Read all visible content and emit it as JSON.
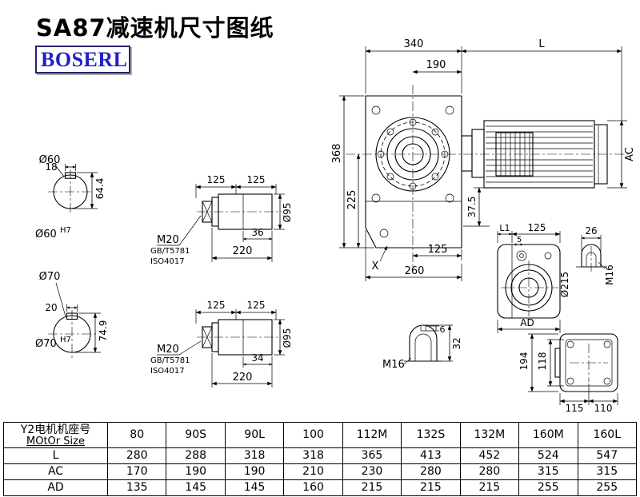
{
  "header": {
    "title": "SA87减速机尺寸图纸",
    "logo": "BOSERL"
  },
  "front": {
    "d340": "340",
    "dL": "L",
    "d190": "190",
    "d368": "368",
    "d225": "225",
    "dAC": "AC",
    "d375": "37.5",
    "d125": "125",
    "d260": "260",
    "x": "X"
  },
  "sec60": {
    "label": "Ø60",
    "w": "18",
    "h": "64.4",
    "bore": "Ø60",
    "tol": "H7"
  },
  "sec70": {
    "label": "Ø70",
    "w": "20",
    "h": "74.9",
    "bore": "Ø70",
    "tol": "H7"
  },
  "shaft1": {
    "d125a": "125",
    "d125b": "125",
    "thread": "M20",
    "std1": "GB/T5781",
    "std2": "ISO4017",
    "dlen": "36",
    "dtotal": "220",
    "dia": "Ø95"
  },
  "shaft2": {
    "d125a": "125",
    "d125b": "125",
    "thread": "M20",
    "std1": "GB/T5781",
    "std2": "ISO4017",
    "dlen": "34",
    "dtotal": "220",
    "dia": "Ø95"
  },
  "side": {
    "dL1": "L1",
    "d125": "125",
    "d5": "5",
    "d26": "26",
    "m16": "M16",
    "d215": "Ø215",
    "dAD": "AD"
  },
  "key": {
    "d6": "6",
    "d32": "32",
    "m16": "M16"
  },
  "rear": {
    "d194": "194",
    "d118": "118",
    "d115": "115",
    "d110": "110"
  },
  "table": {
    "header_cn": "Y2电机机座号",
    "header_en": "MOtOr Size",
    "sizes": [
      "80",
      "90S",
      "90L",
      "100",
      "112M",
      "132S",
      "132M",
      "160M",
      "160L"
    ],
    "rows": [
      {
        "label": "L",
        "values": [
          "280",
          "288",
          "318",
          "318",
          "365",
          "413",
          "452",
          "524",
          "547"
        ]
      },
      {
        "label": "AC",
        "values": [
          "170",
          "190",
          "190",
          "210",
          "230",
          "280",
          "280",
          "315",
          "315"
        ]
      },
      {
        "label": "AD",
        "values": [
          "135",
          "145",
          "145",
          "160",
          "215",
          "215",
          "215",
          "255",
          "255"
        ]
      }
    ]
  }
}
